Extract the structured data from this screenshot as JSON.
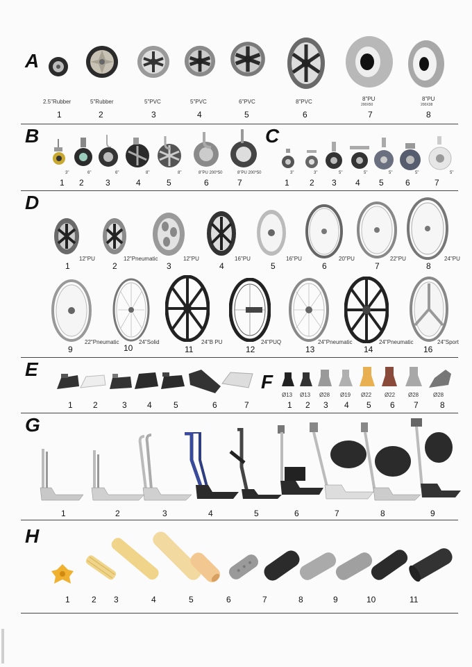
{
  "sections": {
    "A": {
      "letter": "A",
      "labels": [
        "2.5\"Rubber",
        "5\"Rubber",
        "5\"PVC",
        "5\"PVC",
        "6\"PVC",
        "8\"PVC",
        "8\"PU",
        "8\"PU"
      ],
      "sublabels": [
        "200X50",
        "200X38"
      ],
      "numbers": [
        "1",
        "2",
        "3",
        "4",
        "5",
        "6",
        "7",
        "8"
      ]
    },
    "B": {
      "letter": "B",
      "labels": [
        "3\"",
        "6\"",
        "6\"",
        "8\"",
        "8\"",
        "8\"PU 200*50",
        "8\"PU 200*50"
      ],
      "numbers": [
        "1",
        "2",
        "3",
        "4",
        "5",
        "6",
        "7"
      ]
    },
    "C": {
      "letter": "C",
      "labels": [
        "3\"",
        "3\"",
        "5\"",
        "5\"",
        "5\"",
        "5\"",
        "5\""
      ],
      "numbers": [
        "1",
        "2",
        "3",
        "4",
        "5",
        "6",
        "7"
      ]
    },
    "D": {
      "letter": "D",
      "labels": [
        "12\"PU",
        "12\"Pneumatic",
        "12\"PU",
        "16\"PU",
        "16\"PU",
        "20\"PU",
        "22\"PU",
        "24\"PU",
        "22\"Pneumatic",
        "24\"Solid",
        "24\"B PU",
        "24\"PUQ",
        "24\"Pneumatic",
        "24\"Pneumatic",
        "24\"Sport"
      ],
      "numbers": [
        "1",
        "2",
        "3",
        "4",
        "5",
        "6",
        "7",
        "8",
        "9",
        "10",
        "11",
        "12",
        "13",
        "14",
        "16"
      ]
    },
    "E": {
      "letter": "E",
      "numbers": [
        "1",
        "2",
        "3",
        "4",
        "5",
        "6",
        "7"
      ]
    },
    "F": {
      "letter": "F",
      "labels": [
        "Ø13",
        "Ø13",
        "Ø28",
        "Ø19",
        "Ø22",
        "Ø22",
        "Ø28",
        "Ø28"
      ],
      "numbers": [
        "1",
        "2",
        "3",
        "4",
        "5",
        "6",
        "7",
        "8"
      ]
    },
    "G": {
      "letter": "G",
      "numbers": [
        "1",
        "2",
        "3",
        "4",
        "5",
        "6",
        "7",
        "8",
        "9"
      ]
    },
    "H": {
      "letter": "H",
      "numbers": [
        "1",
        "2",
        "3",
        "4",
        "5",
        "6",
        "7",
        "8",
        "9",
        "10",
        "11"
      ]
    }
  },
  "colors": {
    "tire_black": "#2b2b2b",
    "tire_grey": "#9a9a9a",
    "rim_silver": "#c8c8c8",
    "foam_yellow": "#f0d48a",
    "cap_orange": "#e8b050",
    "cap_brown": "#8a4a3a",
    "frame_blue": "#3a4a9a"
  }
}
